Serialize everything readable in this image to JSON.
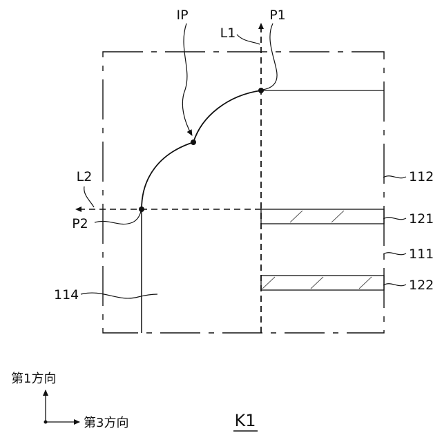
{
  "labels": {
    "ip": "IP",
    "p1": "P1",
    "p2": "P2",
    "l1": "L1",
    "l2": "L2",
    "ref_112": "112",
    "ref_121": "121",
    "ref_111": "111",
    "ref_122": "122",
    "ref_114": "114"
  },
  "axes": {
    "first_direction": "第1方向",
    "third_direction": "第3方向"
  },
  "figure_label": "K1",
  "colors": {
    "ink": "#111111",
    "hatch": "#555555",
    "background": "#ffffff"
  }
}
